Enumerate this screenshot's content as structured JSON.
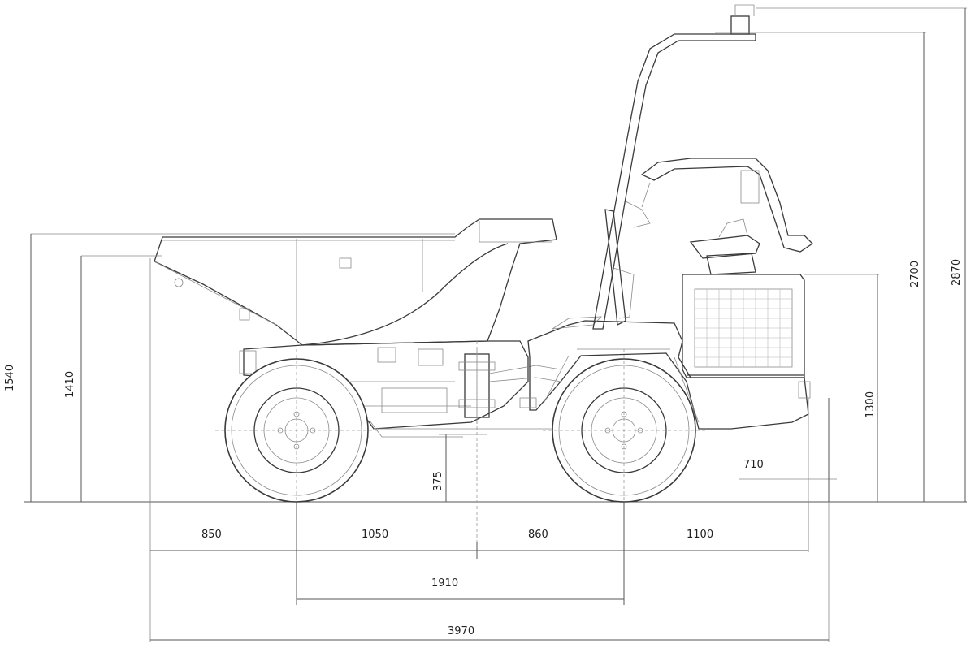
{
  "dimensions": {
    "front_overhang": "850",
    "front_axle_to_pivot": "1050",
    "pivot_to_rear_axle": "860",
    "rear_overhang": "1100",
    "wheelbase": "1910",
    "overall_length": "3970",
    "ground_clearance": "375",
    "rear_ground_offset": "710",
    "skip_height_max": "1540",
    "skip_height": "1410",
    "engine_cover_height": "1300",
    "rops_height_folded": "2700",
    "overall_height": "2870"
  },
  "colors": {
    "line": "#555555",
    "text": "#222222",
    "background": "#ffffff"
  }
}
